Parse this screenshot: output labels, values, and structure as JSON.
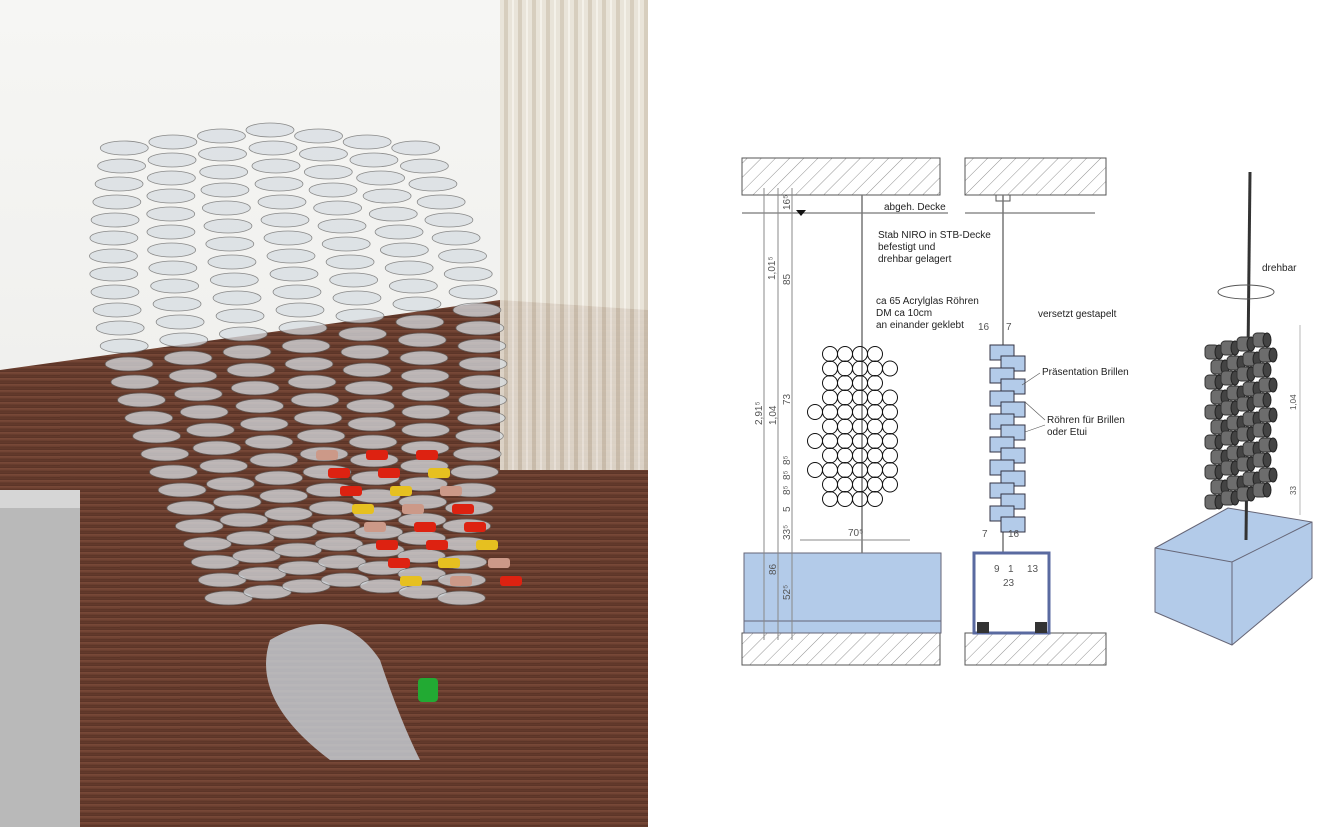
{
  "labels": {
    "ceiling": "abgeh. Decke",
    "rod_line1": "Stab NIRO in STB-Decke",
    "rod_line2": "befestigt und",
    "rod_line3": "drehbar gelagert",
    "tubes_line1": "ca 65 Acrylglas Röhren",
    "tubes_line2": "DM ca 10cm",
    "tubes_line3": "an einander geklebt",
    "staggered": "versetzt gestapelt",
    "presentation": "Präsentation Brillen",
    "tubes_for_line1": "Röhren für Brillen",
    "tubes_for_line2": "oder Etui",
    "rotatable": "drehbar"
  },
  "dimensions": {
    "d_16_5": "16⁵",
    "d_1_01_5": "1,01⁵",
    "d_85": "85",
    "d_2_91_5": "2,91⁵",
    "d_1_04": "1,04",
    "d_73": "73",
    "d_8_5_a": "8⁵",
    "d_8_5_b": "8⁵",
    "d_8_5_c": "8⁵",
    "d_5": "5",
    "d_33_5": "33⁵",
    "d_86": "86",
    "d_52_5": "52⁵",
    "d_70_5": "70⁵",
    "side_16_top": "16",
    "side_7_top": "7",
    "side_7_bottom": "7",
    "side_16_bottom": "16",
    "side_9": "9",
    "side_1": "1",
    "side_13": "13",
    "side_23": "23",
    "iso_104": "1,04",
    "iso_33": "33"
  },
  "colors": {
    "base_blue": "#b3cbe9",
    "floor": "#6b3f2f",
    "tube_grey": "#6d6d6d"
  }
}
